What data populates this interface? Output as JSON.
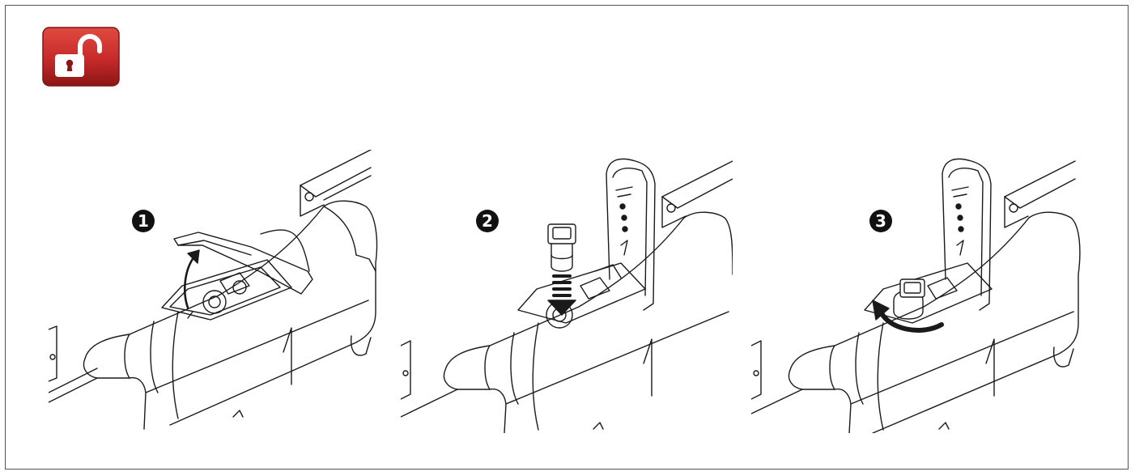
{
  "icons": {
    "unlock": "unlock-padlock-icon",
    "lift": "curved-up-arrow-icon",
    "insert": "dashed-down-arrow-icon",
    "rotate": "curved-rotate-arrow-icon"
  },
  "colors": {
    "badge_red": "#c62a2a",
    "badge_dark": "#7e1515",
    "line": "#1a1a1a",
    "step_badge": "#111111"
  },
  "steps": [
    {
      "number": "1"
    },
    {
      "number": "2"
    },
    {
      "number": "3"
    }
  ]
}
